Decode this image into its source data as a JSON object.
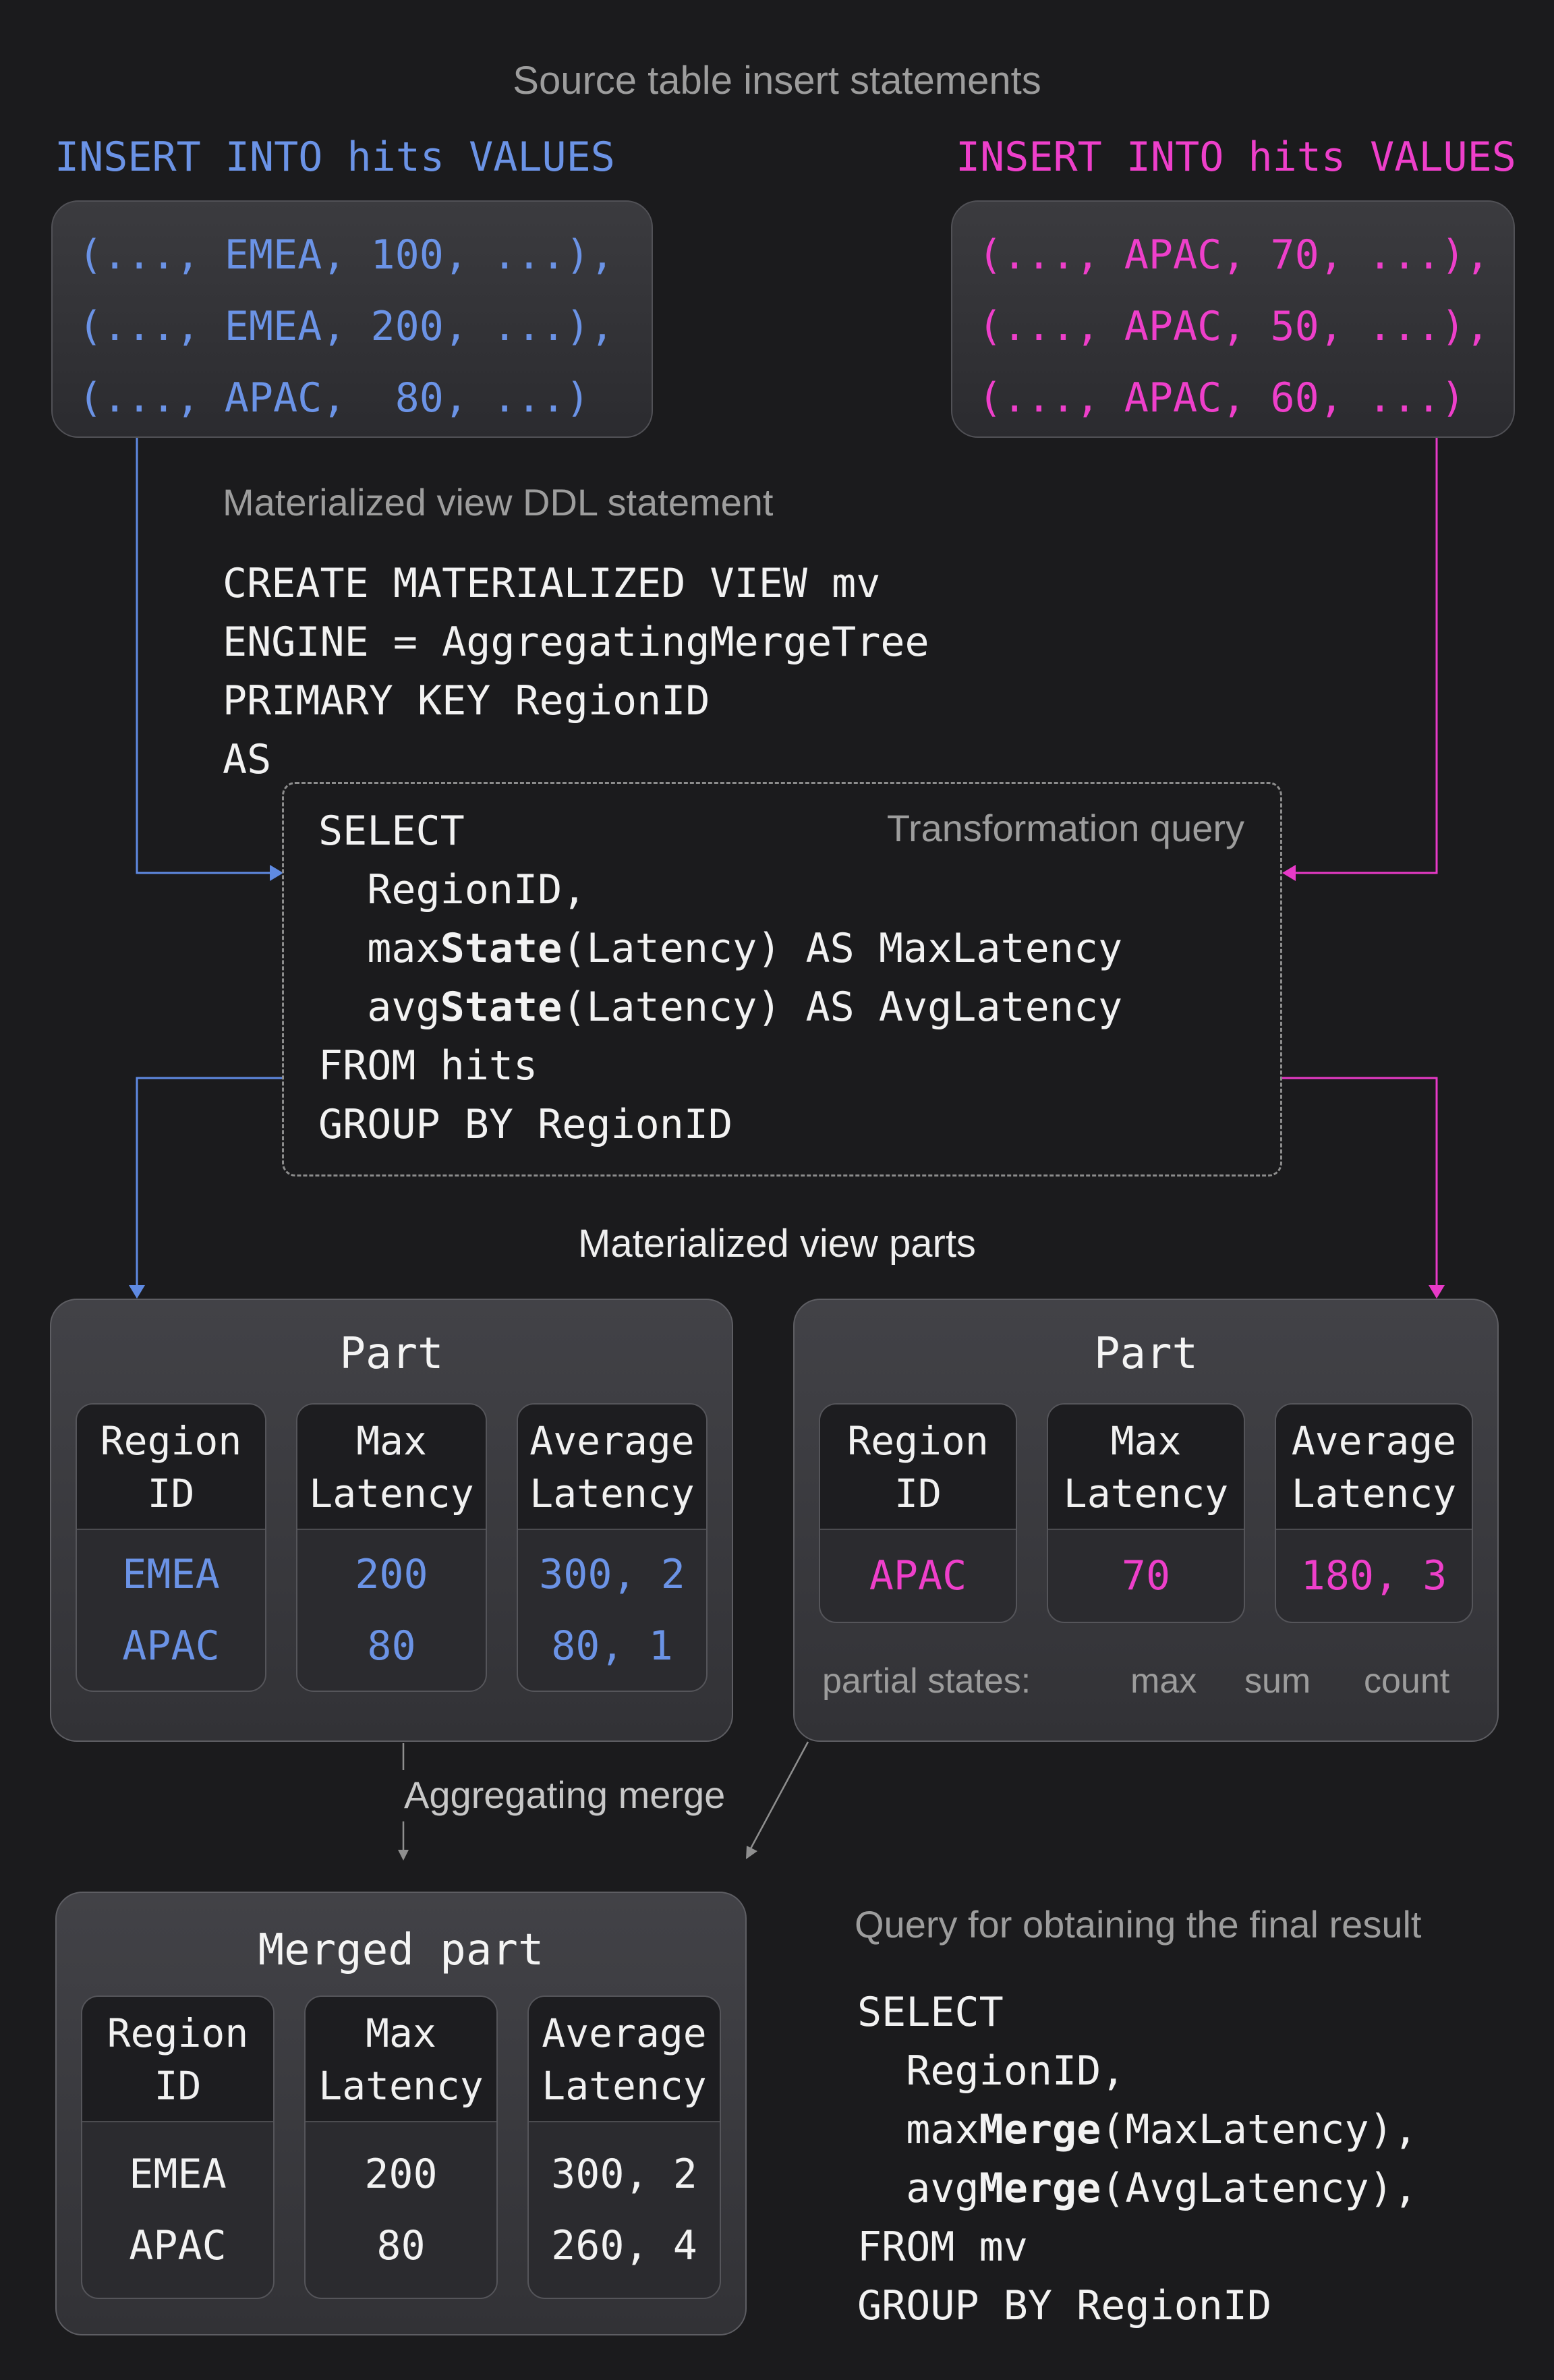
{
  "colors": {
    "background": "#1b1b1d",
    "accent_blue": "#6b93e6",
    "accent_magenta": "#ee3fca",
    "code_white": "#f2f2f2",
    "heading_gray": "#9d9d9d",
    "arrow_gray": "#9a9a9a"
  },
  "titles": {
    "source": "Source table insert statements",
    "ddl_heading": "Materialized view DDL statement",
    "transform_label": "Transformation query",
    "parts_heading": "Materialized view parts",
    "merge_label": "Aggregating merge",
    "final_heading": "Query for obtaining the final result"
  },
  "inserts": {
    "left": {
      "header": "INSERT INTO hits VALUES",
      "rows": [
        "(..., EMEA, 100, ...),",
        "(..., EMEA, 200, ...),",
        "(..., APAC,  80, ...)"
      ]
    },
    "right": {
      "header": "INSERT INTO hits VALUES",
      "rows": [
        "(..., APAC, 70, ...),",
        "(..., APAC, 50, ...),",
        "(..., APAC, 60, ...)"
      ]
    }
  },
  "ddl_code": [
    "CREATE MATERIALIZED VIEW mv",
    "ENGINE = AggregatingMergeTree",
    "PRIMARY KEY RegionID",
    "AS"
  ],
  "transform_code": [
    "SELECT",
    "  RegionID,",
    [
      [
        "  max",
        0
      ],
      [
        "State",
        1
      ],
      [
        "(Latency) AS MaxLatency",
        0
      ]
    ],
    [
      [
        "  avg",
        0
      ],
      [
        "State",
        1
      ],
      [
        "(Latency) AS AvgLatency",
        0
      ]
    ],
    "FROM hits",
    "GROUP BY RegionID"
  ],
  "parts": {
    "left": {
      "title": "Part",
      "columns": [
        {
          "header": [
            "Region",
            "ID"
          ],
          "values": [
            "EMEA",
            "APAC"
          ]
        },
        {
          "header": [
            "Max",
            "Latency"
          ],
          "values": [
            "200",
            "80"
          ]
        },
        {
          "header": [
            "Average",
            "Latency"
          ],
          "values": [
            "300, 2",
            "80, 1"
          ]
        }
      ]
    },
    "right": {
      "title": "Part",
      "columns": [
        {
          "header": [
            "Region",
            "ID"
          ],
          "values": [
            "APAC"
          ]
        },
        {
          "header": [
            "Max",
            "Latency"
          ],
          "values": [
            "70"
          ]
        },
        {
          "header": [
            "Average",
            "Latency"
          ],
          "values": [
            "180, 3"
          ]
        }
      ],
      "partial": {
        "label": "partial states:",
        "max": "max",
        "sum": "sum",
        "count": "count"
      }
    },
    "merged": {
      "title": "Merged part",
      "columns": [
        {
          "header": [
            "Region",
            "ID"
          ],
          "values": [
            "EMEA",
            "APAC"
          ]
        },
        {
          "header": [
            "Max",
            "Latency"
          ],
          "values": [
            "200",
            "80"
          ]
        },
        {
          "header": [
            "Average",
            "Latency"
          ],
          "values": [
            "300, 2",
            "260, 4"
          ]
        }
      ]
    }
  },
  "final_code": [
    "SELECT",
    "  RegionID,",
    [
      [
        "  max",
        0
      ],
      [
        "Merge",
        1
      ],
      [
        "(MaxLatency),",
        0
      ]
    ],
    [
      [
        "  avg",
        0
      ],
      [
        "Merge",
        1
      ],
      [
        "(AvgLatency),",
        0
      ]
    ],
    "FROM mv",
    "GROUP BY RegionID"
  ]
}
